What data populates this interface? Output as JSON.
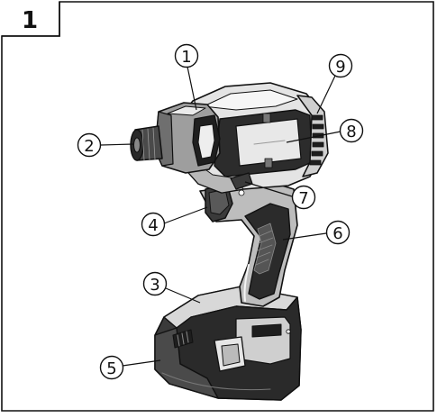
{
  "figure": {
    "number": "1",
    "callouts": [
      {
        "id": "c1",
        "label": "1"
      },
      {
        "id": "c2",
        "label": "2"
      },
      {
        "id": "c3",
        "label": "3"
      },
      {
        "id": "c4",
        "label": "4"
      },
      {
        "id": "c5",
        "label": "5"
      },
      {
        "id": "c6",
        "label": "6"
      },
      {
        "id": "c7",
        "label": "7"
      },
      {
        "id": "c8",
        "label": "8"
      },
      {
        "id": "c9",
        "label": "9"
      }
    ]
  },
  "illustration": {
    "subject": "cordless-impact-driver",
    "colors": {
      "outline": "#111111",
      "body_light": "#eeeeee",
      "body_mid": "#bdbdbd",
      "body_dark": "#6b6b6b",
      "body_black": "#1e1e1e"
    }
  }
}
